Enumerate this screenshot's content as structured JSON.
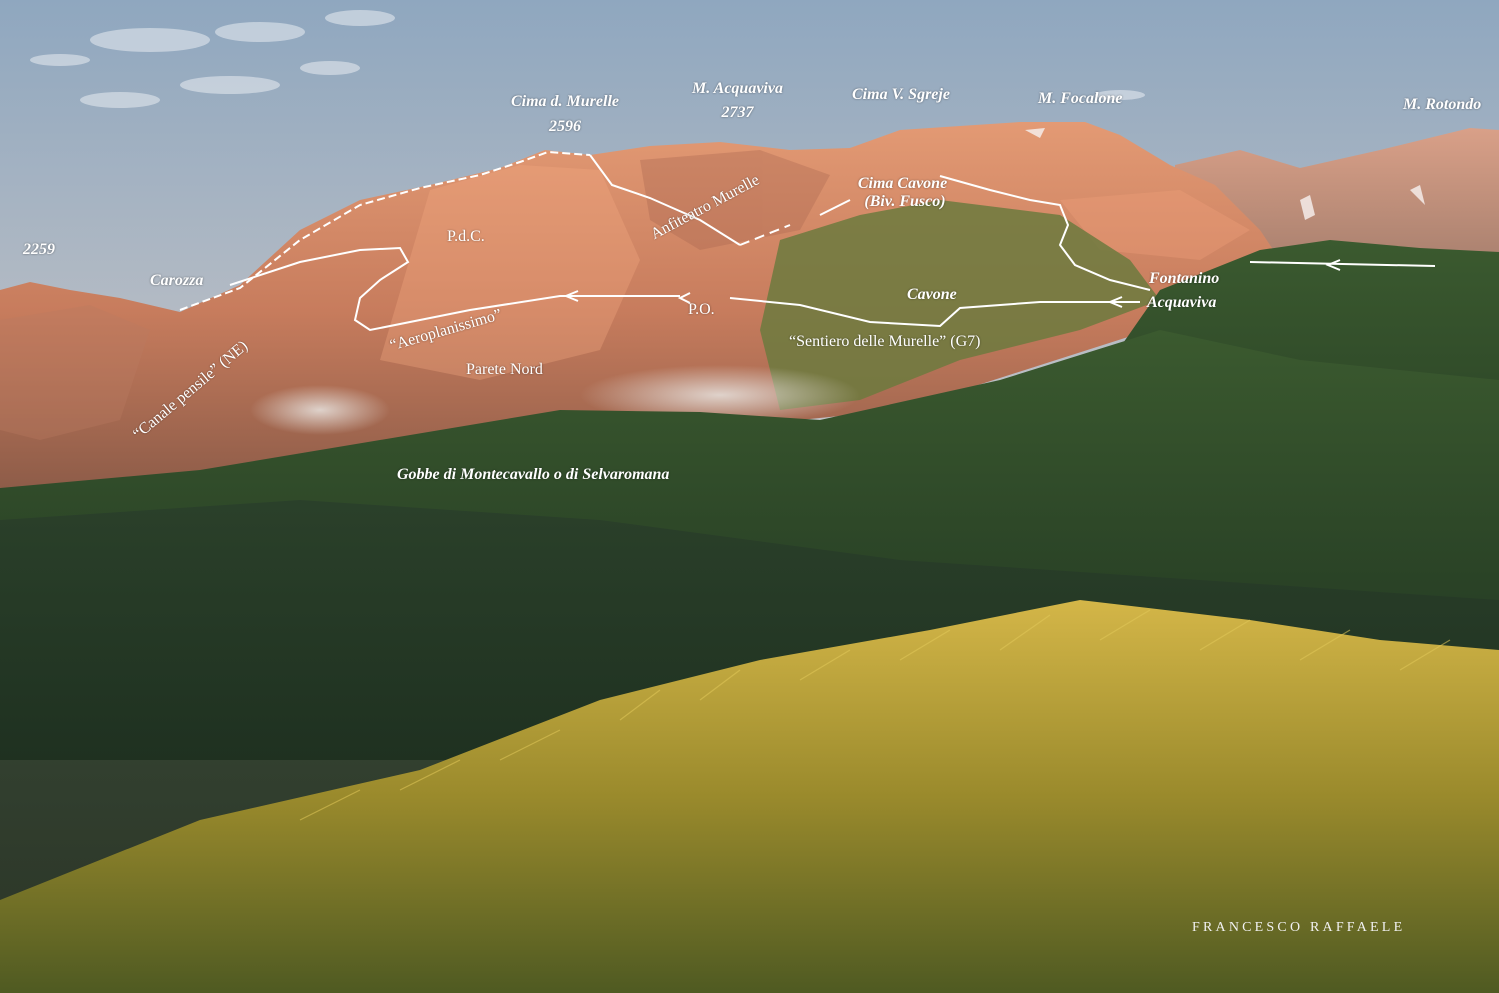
{
  "labels": {
    "cima_murelle": "Cima d. Murelle",
    "cima_murelle_elev": "2596",
    "acquaviva": "M. Acquaviva",
    "acquaviva_elev": "2737",
    "cima_sgreje": "Cima V. Sgreje",
    "focalone": "M. Focalone",
    "rotondo": "M. Rotondo",
    "elev_2259": "2259",
    "carozza": "Carozza",
    "pdc": "P.d.C.",
    "anfiteatro": "Anfiteatro Murelle",
    "cima_cavone": "Cima Cavone",
    "biv_fusco": "(Biv. Fusco)",
    "fontanino": "Fontanino",
    "acquaviva_spring": "Acquaviva",
    "cavone": "Cavone",
    "po": "P.O.",
    "aeroplanissimo": "“Aeroplanissimo”",
    "canale": "“Canale pensile” (NE)",
    "sentiero": "“Sentiero delle Murelle” (G7)",
    "parete_nord": "Parete Nord",
    "gobbe": "Gobbe di Montecavallo o di Selvaromana"
  },
  "credit": "FRANCESCO RAFFAELE",
  "colors": {
    "sky_top": "#9fb3c6",
    "sky_horizon": "#f2c9a8",
    "rock_lit": "#d98c68",
    "forest": "#2c4a2a",
    "grass": "#b9a23a",
    "route": "#ffffff"
  }
}
